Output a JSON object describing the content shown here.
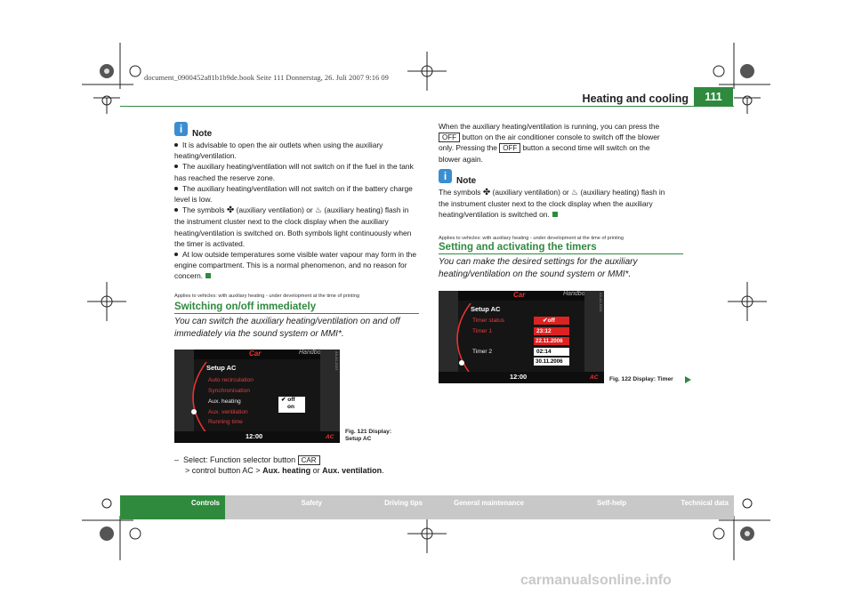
{
  "header": {
    "title": "Heating and cooling",
    "page_number": "111",
    "file_line": "document_0900452a81b1b9de.book  Seite 111  Donnerstag, 26. Juli 2007  9:16 09"
  },
  "note1": {
    "title": "Note",
    "bullets": [
      "It is advisable to open the air outlets when using the auxiliary heating/ventilation.",
      "The auxiliary heating/ventilation will not switch on if the fuel in the tank has reached the reserve zone.",
      "The auxiliary heating/ventilation will not switch on if the battery charge level is low."
    ],
    "symbols_pre": "The symbols",
    "symbols_mid": "(auxiliary ventilation) or",
    "symbols_post": "(auxiliary heating) flash in the instrument cluster next to the clock display when the auxiliary heating/ventilation is switched on. Both symbols light continuously when the timer is activated.",
    "last_bullet": "At low outside temperatures some visible water vapour may form in the engine compartment. This is a normal phenomenon, and no reason for concern."
  },
  "section1": {
    "applies": "Applies to vehicles: with auxiliary heating - under development at the time of printing",
    "heading": "Switching on/off immediately",
    "intro": "You can switch the auxiliary heating/ventilation on and off immediately via the sound system or MMI*."
  },
  "fig121": {
    "car": "Car",
    "handbook": "Handbook",
    "setup": "Setup AC",
    "items": [
      "Auto recirculation",
      "Synchronisation",
      "Aux. heating",
      "Aux. ventilation",
      "Running time"
    ],
    "opt_off": "off",
    "opt_on": "on",
    "clock": "12:00",
    "ac": "AC",
    "side_code": "A5-A1-1023",
    "caption_line1": "Fig. 121  Display:",
    "caption_line2": "Setup AC"
  },
  "step1": {
    "dash": "–",
    "pre": "Select: Function selector button",
    "key": "CAR",
    "mid": "> control button AC >",
    "opt1": "Aux. heating",
    "or": "or",
    "opt2": "Aux. ventilation",
    "end": "."
  },
  "right_para": {
    "l1": "When the auxiliary heating/ventilation is running, you can press the",
    "key": "OFF",
    "l2": "button on the air conditioner console to switch off the blower",
    "l3a": "only. Pressing the",
    "l3b": "button a second time will switch on the",
    "l4": "blower again."
  },
  "note2": {
    "title": "Note",
    "pre": "The symbols",
    "mid": "(auxiliary ventilation) or",
    "post_a": "(auxiliary heating) flash in",
    "l2": "the instrument cluster next to the clock display when the auxiliary",
    "l3": "heating/ventilation is switched on."
  },
  "section2": {
    "applies": "Applies to vehicles: with auxiliary heating - under development at the time of printing",
    "heading": "Setting and activating the timers",
    "intro": "You can make the desired settings for the auxiliary heating/ventilation on the sound system or MMI*."
  },
  "fig122": {
    "car": "Car",
    "handbook": "Handbook",
    "setup": "Setup AC",
    "timer_status": "Timer status",
    "timer1": "Timer 1",
    "timer2": "Timer 2",
    "status_val": "off",
    "t1_time": "23:12",
    "t1_date": "22.11.2006",
    "t2_time": "02:14",
    "t2_date": "30.11.2006",
    "clock": "12:00",
    "ac": "AC",
    "side_code": "A5-A1-1024",
    "caption": "Fig. 122  Display: Timer"
  },
  "footer": {
    "tabs": [
      "Controls",
      "Safety",
      "Driving tips",
      "General maintenance",
      "Self-help",
      "Technical data"
    ]
  },
  "watermark": "carmanualsonline.info",
  "colors": {
    "accent_green": "#2f8a3e",
    "note_blue": "#3a8dd0",
    "footer_grey": "#c8c8c8"
  }
}
